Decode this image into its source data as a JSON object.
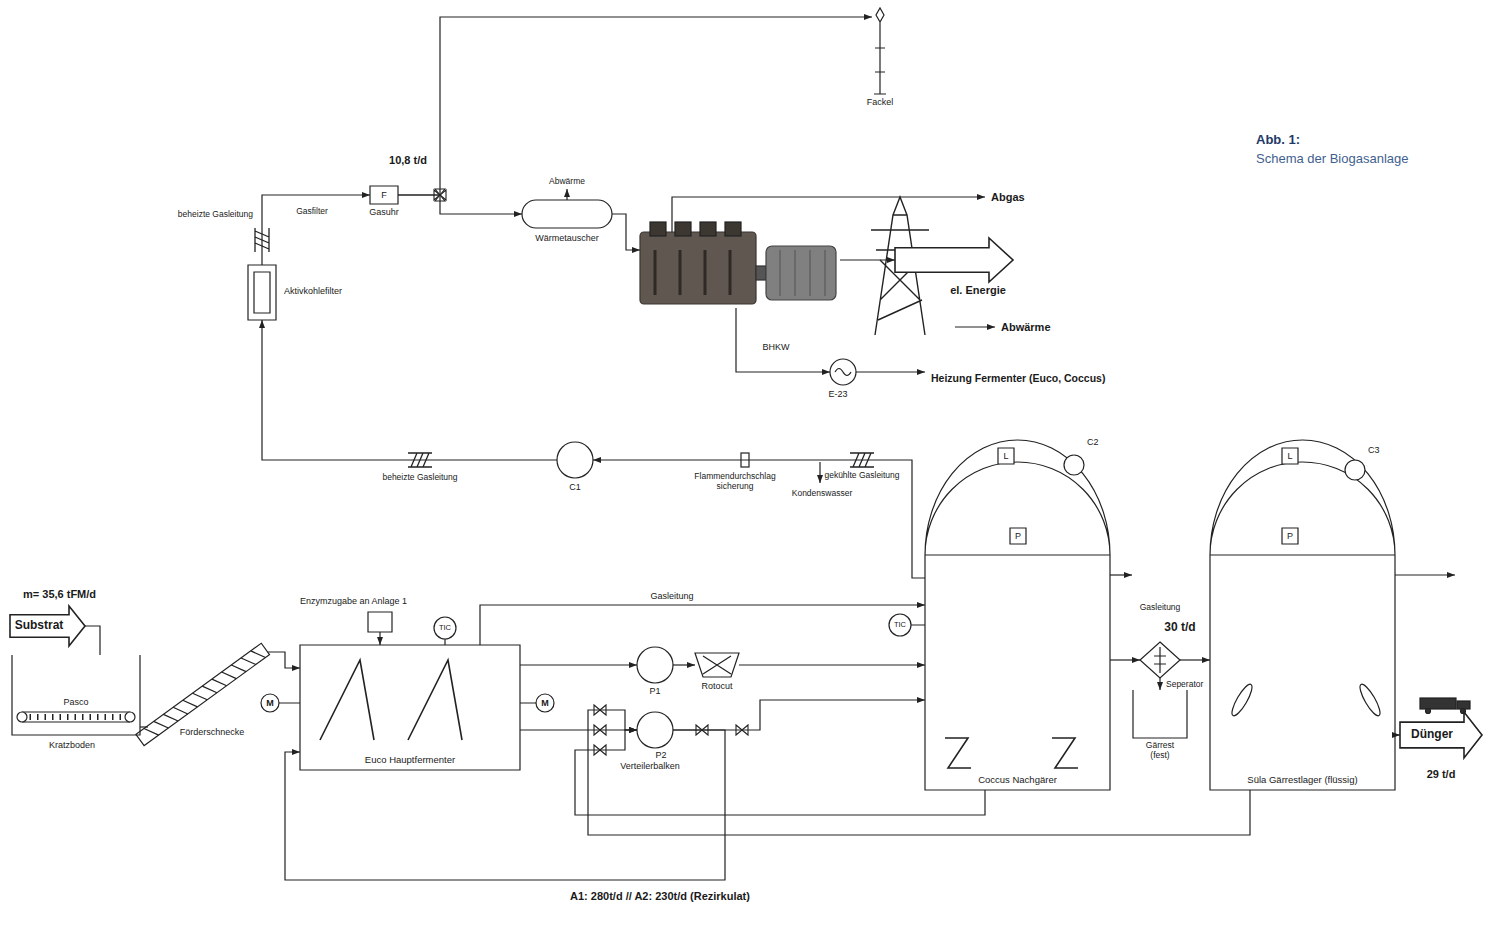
{
  "diagram": {
    "nodes": [
      {
        "text": [
          "Substrat"
        ]
      },
      {
        "text": [
          "Pasco",
          "Kratzboden"
        ]
      },
      {
        "text": [
          "Förderschnecke"
        ]
      },
      {
        "text": [
          "M"
        ]
      },
      {
        "text": [
          "Euco Hauptfermenter"
        ]
      },
      {
        "text": [
          "M"
        ]
      },
      {
        "text": [
          "Enzymzugabe an Anlage 1"
        ]
      },
      {
        "text": [
          "TIC"
        ]
      },
      {
        "text": [
          "P1"
        ]
      },
      {
        "text": [
          "Rotocut"
        ]
      },
      {
        "text": [
          "P2",
          "Verteilerbalken"
        ]
      },
      {
        "text": [
          "TIC"
        ]
      },
      {
        "text": [
          "Coccus Nachgärer"
        ]
      },
      {
        "text": [
          "L"
        ],
        "in": 12
      },
      {
        "text": [
          "P"
        ],
        "in": 12
      },
      {
        "text": [
          "C2"
        ],
        "in": 12
      },
      {
        "text": [
          "Seperator"
        ]
      },
      {
        "text": [
          "Gärrest (fest)"
        ]
      },
      {
        "text": [
          "Süla Gärrestlager (flüssig)"
        ]
      },
      {
        "text": [
          "L"
        ],
        "in": 18
      },
      {
        "text": [
          "P"
        ],
        "in": 18
      },
      {
        "text": [
          "C3"
        ],
        "in": 18
      },
      {
        "text": [
          "Dünger"
        ]
      },
      {
        "text": [
          "Aktivkohlefilter"
        ]
      },
      {
        "text": [
          "F",
          "Gasuhr"
        ]
      },
      {
        "text": [
          "Wärmetauscher"
        ]
      },
      {
        "text": [
          "BHKW"
        ]
      },
      {
        "text": [
          "Fackel"
        ]
      },
      {
        "text": [
          "E-23"
        ]
      },
      {
        "text": [
          "el. Energie"
        ]
      },
      {
        "text": [
          "C1"
        ]
      }
    ],
    "edges": [
      {
        "from": 0,
        "to": 1,
        "arrow": "none"
      },
      {
        "from": 1,
        "to": 2,
        "arrow": "none"
      },
      {
        "from": 2,
        "to": 4,
        "arrow": "to"
      },
      {
        "from": 6,
        "to": 4,
        "arrow": "to"
      },
      {
        "from": 4,
        "to": 8,
        "arrow": "to"
      },
      {
        "from": 8,
        "to": 9,
        "arrow": "to"
      },
      {
        "from": 9,
        "to": 12,
        "arrow": "to"
      },
      {
        "from": 4,
        "to": 10,
        "arrow": "to"
      },
      {
        "from": 12,
        "to": 10,
        "arrow": "to"
      },
      {
        "from": 18,
        "to": 10,
        "arrow": "to"
      },
      {
        "from": 10,
        "to": 4,
        "label": "A1: 280t/d // A2: 230t/d (Rezirkulat)",
        "arrow": "to"
      },
      {
        "from": 10,
        "to": 12,
        "arrow": "to"
      },
      {
        "from": 4,
        "to": 12,
        "label": "Gasleitung",
        "arrow": "to"
      },
      {
        "from": 12,
        "to": 16,
        "arrow": "to"
      },
      {
        "from": 16,
        "to": 17,
        "arrow": "to"
      },
      {
        "from": 16,
        "to": 18,
        "label": "30 t/d",
        "arrow": "to"
      },
      {
        "from": 18,
        "to": 22,
        "arrow": "to"
      },
      {
        "from": 12,
        "to": 30,
        "arrow": "to"
      },
      {
        "from": 30,
        "to": 23,
        "arrow": "to"
      },
      {
        "from": 23,
        "to": 24,
        "arrow": "to"
      },
      {
        "from": 24,
        "to": 27,
        "arrow": "to"
      },
      {
        "from": 24,
        "to": 25,
        "arrow": "to"
      },
      {
        "from": 25,
        "to": 26,
        "arrow": "to"
      },
      {
        "from": 26,
        "to": 28,
        "arrow": "to"
      },
      {
        "from": 26,
        "to": 29,
        "arrow": "to"
      }
    ],
    "labels": [
      "Abb. 1:",
      "Schema der Biogasanlage",
      "10,8 t/d",
      "Abwärme",
      "beheizte Gasleitung",
      "Gasfilter",
      "Abgas",
      "Abwärme",
      "Heizung Fermenter (Euco, Coccus)",
      "beheizte Gasleitung",
      "Flammendurchschlag sicherung",
      "Kondenswasser",
      "gekühlte Gasleitung",
      "m= 35,6 tFM/d",
      "Gasleitung",
      "29 t/d"
    ]
  }
}
